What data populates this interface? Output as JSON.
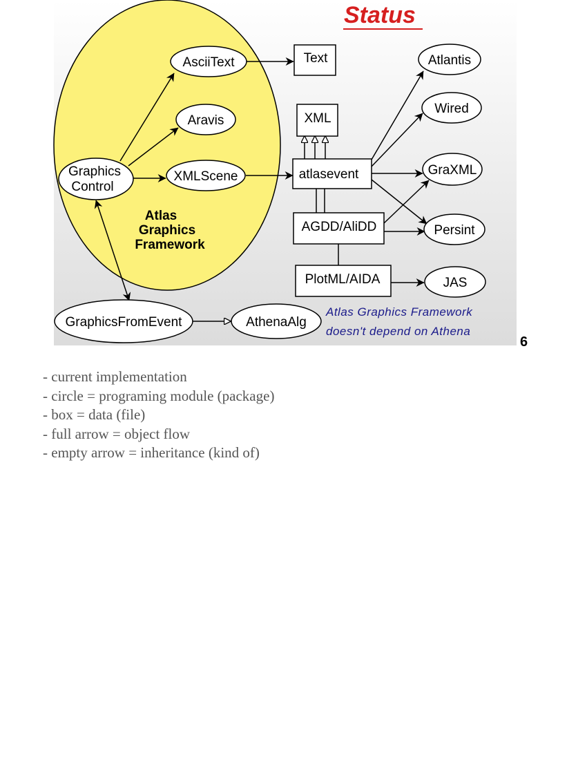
{
  "slide": {
    "title": "Status",
    "framework_label": [
      "Atlas",
      "Graphics",
      "Framework"
    ],
    "note": [
      "Atlas Graphics Framework",
      "doesn't depend on Athena"
    ],
    "page_number": "6"
  },
  "nodes": {
    "graphics_control": [
      "Graphics",
      "Control"
    ],
    "asciitext": "AsciiText",
    "aravis": "Aravis",
    "xmlscene": "XMLScene",
    "text_box": "Text",
    "xml_box": "XML",
    "atlasevent": "atlasevent",
    "agdd": "AGDD/AliDD",
    "plotml": "PlotML/AIDA",
    "atlantis": "Atlantis",
    "wired": "Wired",
    "graxml": "GraXML",
    "persint": "Persint",
    "jas": "JAS",
    "graphicsfromevent": "GraphicsFromEvent",
    "athenaalg": "AthenaAlg"
  },
  "legend": [
    "- current implementation",
    "- circle = programing module (package)",
    "- box = data (file)",
    "- full arrow = object flow",
    "- empty arrow = inheritance (kind of)"
  ]
}
